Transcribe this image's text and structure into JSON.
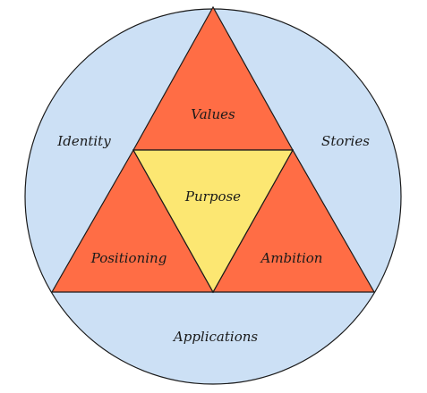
{
  "diagram": {
    "colors": {
      "background": "#ffffff",
      "circle_fill": "#cce0f5",
      "outer_triangle_fill": "#ff6d45",
      "inner_triangle_fill": "#fce772",
      "stroke": "#1a1a1a"
    },
    "labels": {
      "values": "Values",
      "purpose": "Purpose",
      "positioning": "Positioning",
      "ambition": "Ambition",
      "identity": "Identity",
      "stories": "Stories",
      "applications": "Applications"
    }
  }
}
